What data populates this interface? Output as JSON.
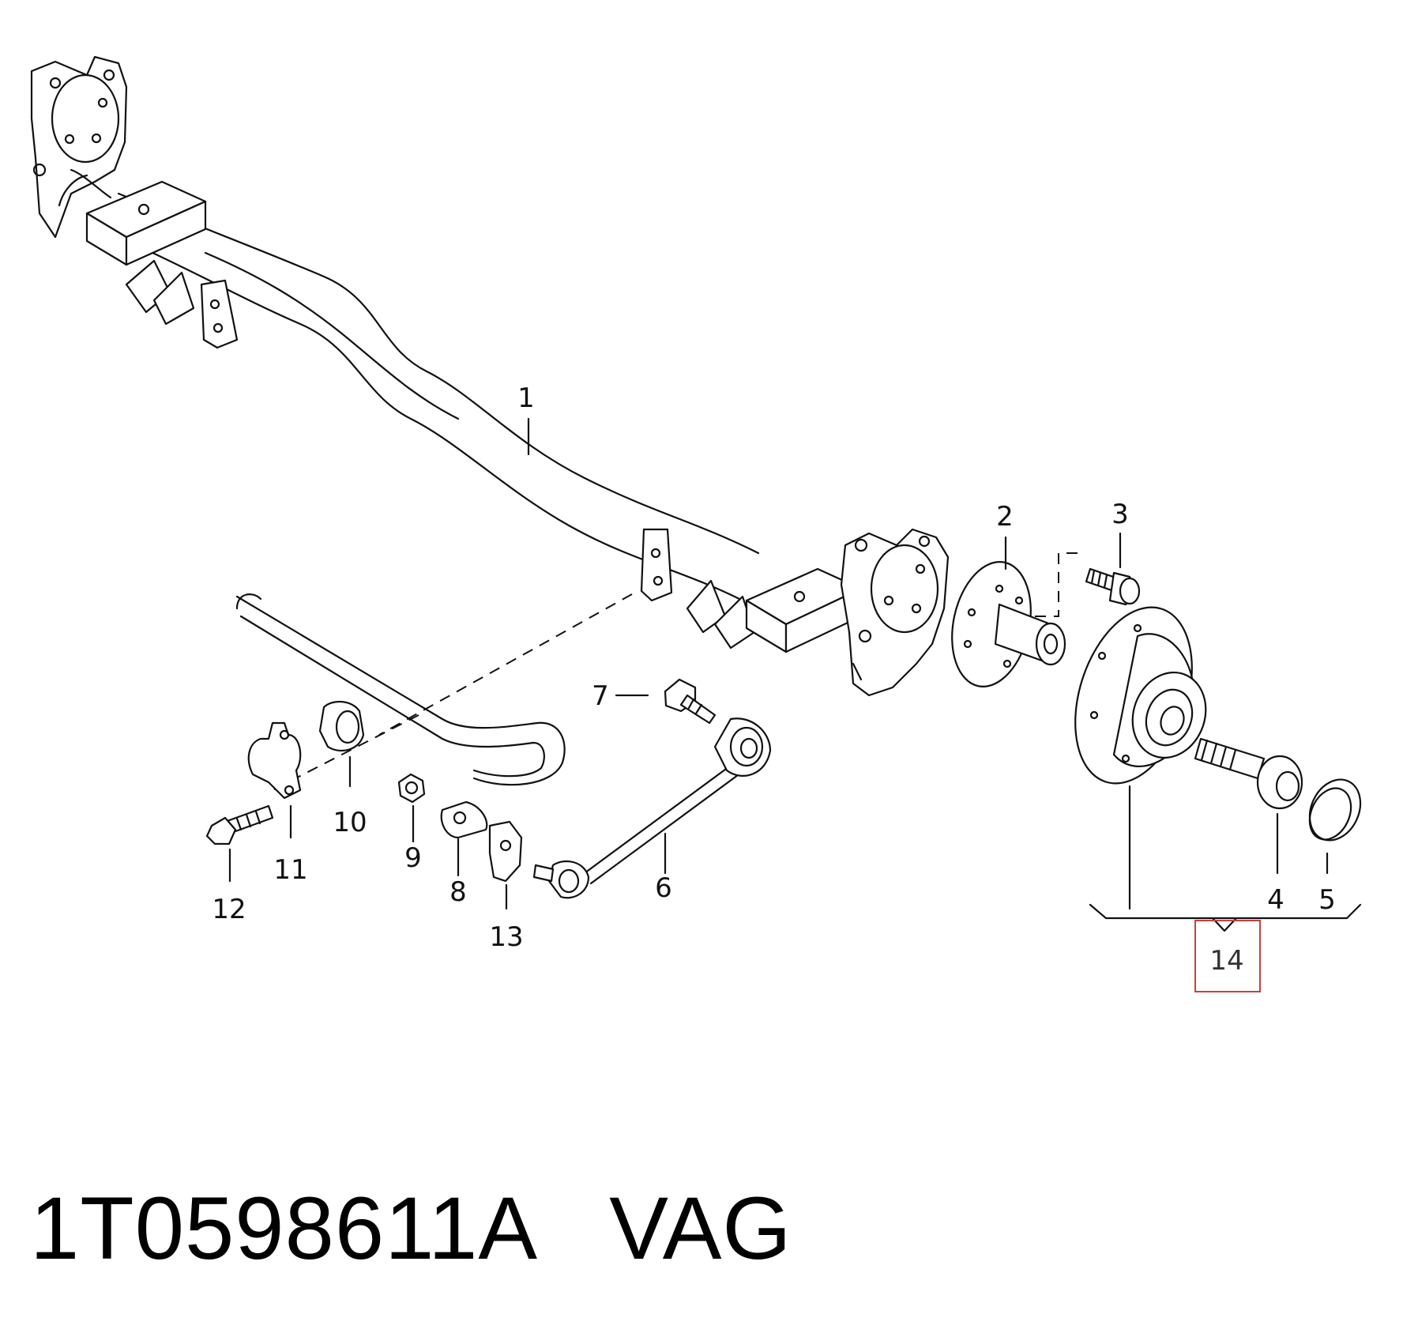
{
  "caption": {
    "part_number": "1T0598611A",
    "brand": "VAG"
  },
  "callouts": {
    "c1": "1",
    "c2": "2",
    "c3": "3",
    "c4": "4",
    "c5": "5",
    "c6": "6",
    "c7": "7",
    "c8": "8",
    "c9": "9",
    "c10": "10",
    "c11": "11",
    "c12": "12",
    "c13": "13",
    "c14": "14"
  },
  "highlighted_callout": "14",
  "colors": {
    "line": "#111111",
    "highlight_box": "#c94040",
    "background": "#ffffff"
  }
}
